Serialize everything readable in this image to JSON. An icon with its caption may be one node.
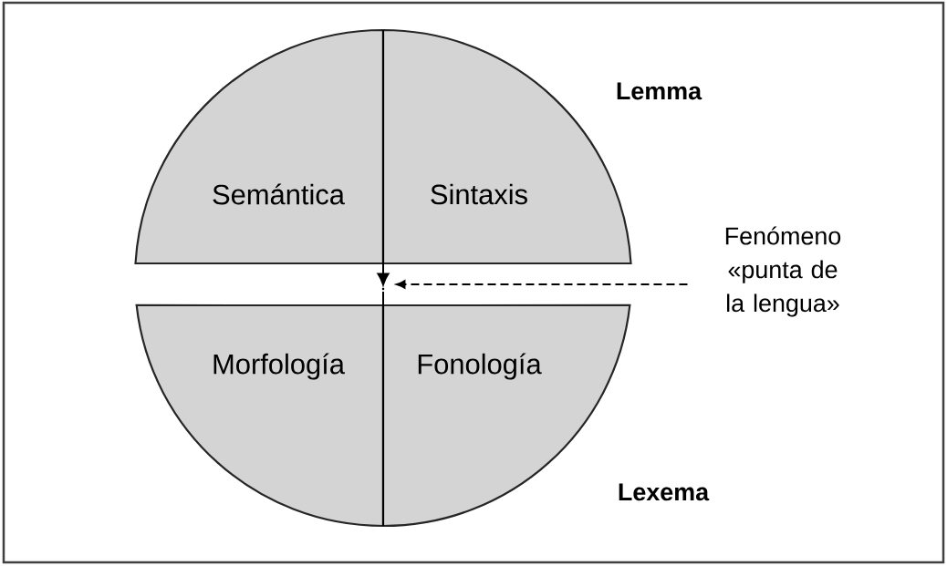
{
  "diagram": {
    "nodes": [
      {
        "text": [
          "Semántica"
        ]
      },
      {
        "text": [
          "Sintaxis"
        ]
      },
      {
        "text": [
          "Morfología"
        ]
      },
      {
        "text": [
          "Fonología"
        ]
      },
      {
        "text": [
          "Fenómeno «punta de la lengua»"
        ]
      },
      {
        "text": [],
        "shape": "point"
      }
    ],
    "edges": [
      {
        "from": 4,
        "to": 5,
        "arrow": "to",
        "style": "dashed"
      },
      {
        "from": 0,
        "to": 5,
        "arrow": "to"
      }
    ],
    "labels": [
      "Lemma",
      "Lexema"
    ]
  }
}
